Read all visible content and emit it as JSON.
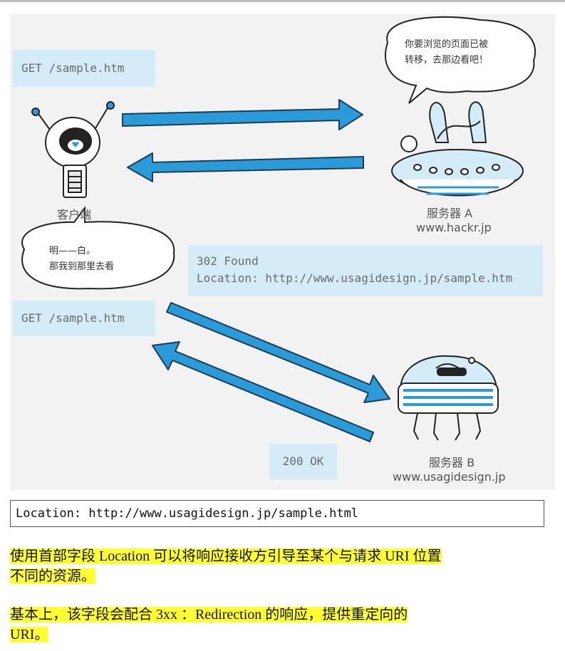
{
  "figure": {
    "requests": {
      "get1": "GET /sample.htm",
      "redirect_status": "302 Found",
      "redirect_location": "Location: http://www.usagidesign.jp/sample.htm",
      "get2": "GET /sample.htm",
      "ok": "200 OK"
    },
    "client": {
      "label": "客户端",
      "bubble_line1": "明——白。",
      "bubble_line2": "那我到那里去看"
    },
    "server_a": {
      "label": "服务器 A",
      "host": "www.hackr.jp",
      "bubble_line1": "你要浏览的页面已被",
      "bubble_line2": "转移，去那边看吧！"
    },
    "server_b": {
      "label": "服务器 B",
      "host": "www.usagidesign.jp"
    },
    "colors": {
      "arrow": "#2a9ad8",
      "message_box": "#d4ecf7",
      "highlight": "#ffff33"
    }
  },
  "code_example": "Location: http://www.usagidesign.jp/sample.html",
  "paragraphs": {
    "p1_line1": "使用首部字段 Location 可以将响应接收方引导至某个与请求 URI 位置",
    "p1_line2": "不同的资源。",
    "p2_line1": "基本上，该字段会配合 3xx ：Redirection 的响应，提供重定向的",
    "p2_line2": "URI。"
  }
}
